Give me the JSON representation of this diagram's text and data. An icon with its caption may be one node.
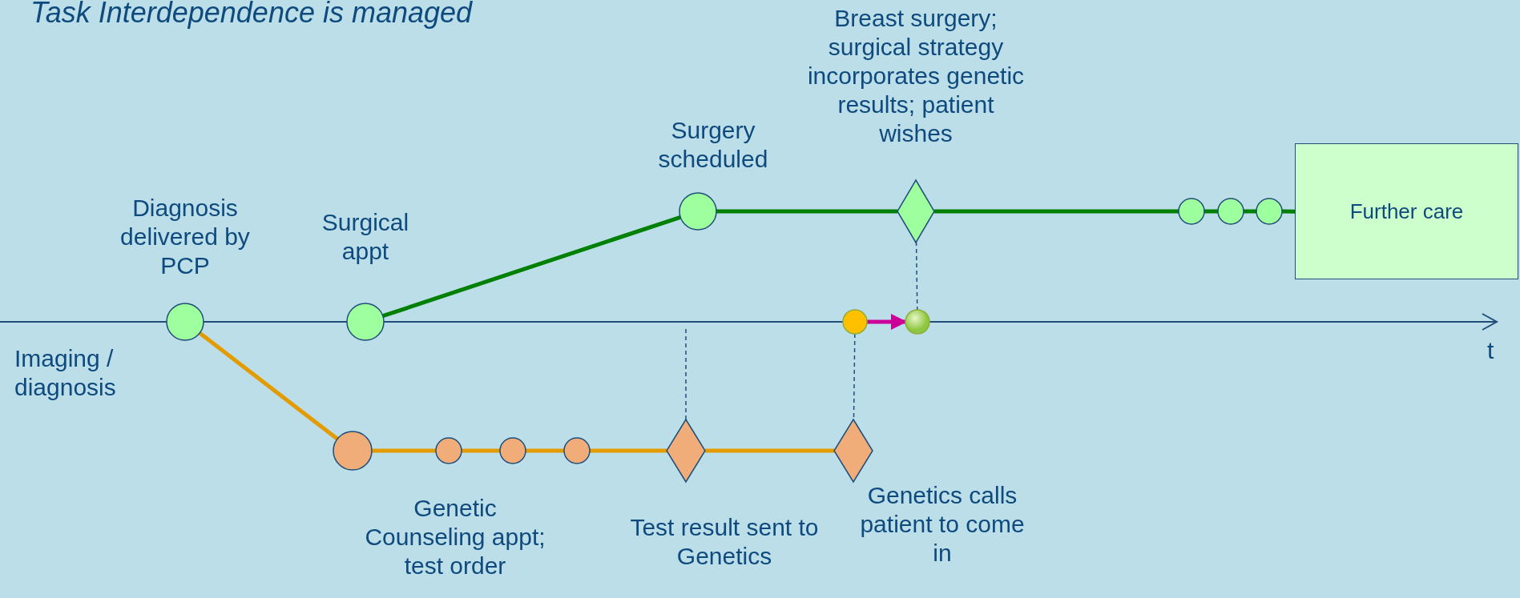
{
  "diagram": {
    "title": "Task Interdependence is managed",
    "nodes": [
      {
        "text": [],
        "shape": "circle",
        "beside": [
          "Diagnosis delivered by PCP"
        ]
      },
      {
        "text": [],
        "shape": "circle",
        "beside": [
          "Surgical appt"
        ]
      },
      {
        "text": [],
        "shape": "circle",
        "beside": [
          "Surgery scheduled"
        ]
      },
      {
        "text": [],
        "shape": "diamond",
        "beside": [
          "Breast surgery; surgical strategy incorporates genetic results; patient wishes"
        ]
      },
      {
        "text": [],
        "shape": "circle"
      },
      {
        "text": [],
        "shape": "circle"
      },
      {
        "text": [],
        "shape": "circle"
      },
      {
        "text": [
          "Further care"
        ]
      },
      {
        "text": [],
        "shape": "circle"
      },
      {
        "text": [],
        "shape": "circle"
      },
      {
        "text": [],
        "shape": "circle",
        "beside": [
          "Genetic Counseling appt; test order"
        ]
      },
      {
        "text": [],
        "shape": "circle"
      },
      {
        "text": [],
        "shape": "circle"
      },
      {
        "text": [],
        "shape": "circle"
      },
      {
        "text": [],
        "shape": "diamond",
        "beside": [
          "Test result sent to Genetics"
        ]
      },
      {
        "text": [],
        "shape": "diamond",
        "beside": [
          "Genetics calls patient to come in"
        ]
      }
    ],
    "edges": [
      {
        "from": 0,
        "to": 10,
        "arrow": "none",
        "color": "#e39b00"
      },
      {
        "from": 1,
        "to": 2,
        "arrow": "none",
        "color": "#008000"
      },
      {
        "from": 2,
        "to": 3,
        "arrow": "none",
        "color": "#008000"
      },
      {
        "from": 3,
        "to": 4,
        "arrow": "none",
        "color": "#008000"
      },
      {
        "from": 4,
        "to": 5,
        "arrow": "none",
        "color": "#008000"
      },
      {
        "from": 5,
        "to": 6,
        "arrow": "none",
        "color": "#008000"
      },
      {
        "from": 6,
        "to": 7,
        "arrow": "none",
        "color": "#008000"
      },
      {
        "from": 8,
        "to": 9,
        "arrow": "to",
        "color": "#cc0099"
      },
      {
        "from": 10,
        "to": 11,
        "arrow": "none",
        "color": "#e39b00"
      },
      {
        "from": 11,
        "to": 12,
        "arrow": "none",
        "color": "#e39b00"
      },
      {
        "from": 12,
        "to": 13,
        "arrow": "none",
        "color": "#e39b00"
      },
      {
        "from": 13,
        "to": 14,
        "arrow": "none",
        "color": "#e39b00"
      },
      {
        "from": 14,
        "to": 15,
        "arrow": "none",
        "color": "#e39b00"
      },
      {
        "from": null,
        "to": 14,
        "arrow": "none",
        "style": "dashed",
        "color": "#1f4e79"
      },
      {
        "from": 8,
        "to": 15,
        "arrow": "none",
        "style": "dashed",
        "color": "#1f4e79"
      },
      {
        "from": 3,
        "to": 9,
        "arrow": "none",
        "style": "dashed",
        "color": "#1f4e79"
      }
    ],
    "labels": [
      "Imaging / diagnosis",
      "t"
    ]
  }
}
